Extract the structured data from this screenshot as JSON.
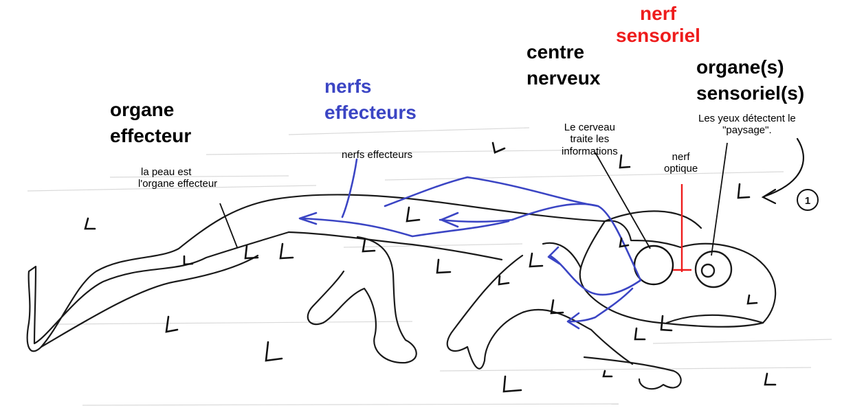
{
  "labels": {
    "nerf_sensoriel": [
      "nerf",
      "sensoriel"
    ],
    "centre_nerveux": [
      "centre",
      "nerveux"
    ],
    "organes_sensoriels": [
      "organe(s)",
      "sensoriel(s)"
    ],
    "nerfs_effecteurs_title": [
      "nerfs",
      "effecteurs"
    ],
    "organe_effecteur": [
      "organe",
      "effecteur"
    ]
  },
  "captions": {
    "cerveau": [
      "Le cerveau",
      "traite les",
      "informations"
    ],
    "yeux": [
      "Les yeux détectent le",
      "\"paysage\"."
    ],
    "peau": [
      "la peau est",
      "l'organe effecteur"
    ],
    "nerfs_effecteurs_path": "nerfs effecteurs",
    "nerf_optique": [
      "nerf",
      "optique"
    ]
  },
  "step_marker": "1",
  "colors": {
    "sensory": "#ee1c1c",
    "effector_nerves": "#3b45c4",
    "ink": "#000000"
  }
}
